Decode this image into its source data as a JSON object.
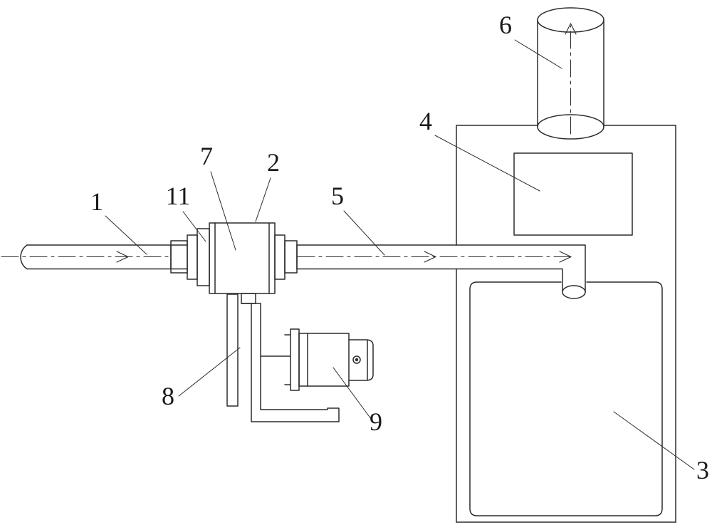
{
  "figure": {
    "background_color": "#ffffff",
    "line_color": "#2b2b2b",
    "label_color": "#1a1a1a"
  },
  "labels": {
    "l1": "1",
    "l2": "2",
    "l3": "3",
    "l4": "4",
    "l5": "5",
    "l6": "6",
    "l7": "7",
    "l8": "8",
    "l9": "9",
    "l11": "11"
  }
}
